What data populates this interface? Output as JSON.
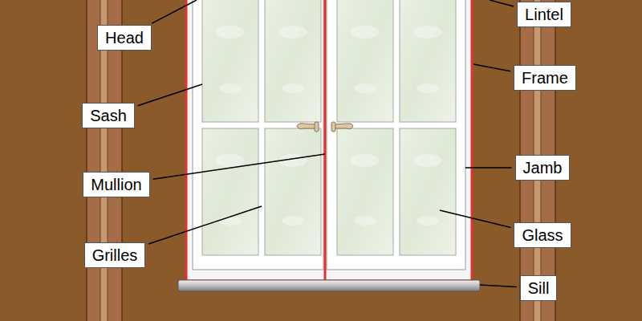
{
  "diagram": {
    "labels": [
      "Lintel",
      "Head",
      "Frame",
      "Sash",
      "Jamb",
      "Mullion",
      "Glass",
      "Grilles",
      "Sill"
    ]
  }
}
